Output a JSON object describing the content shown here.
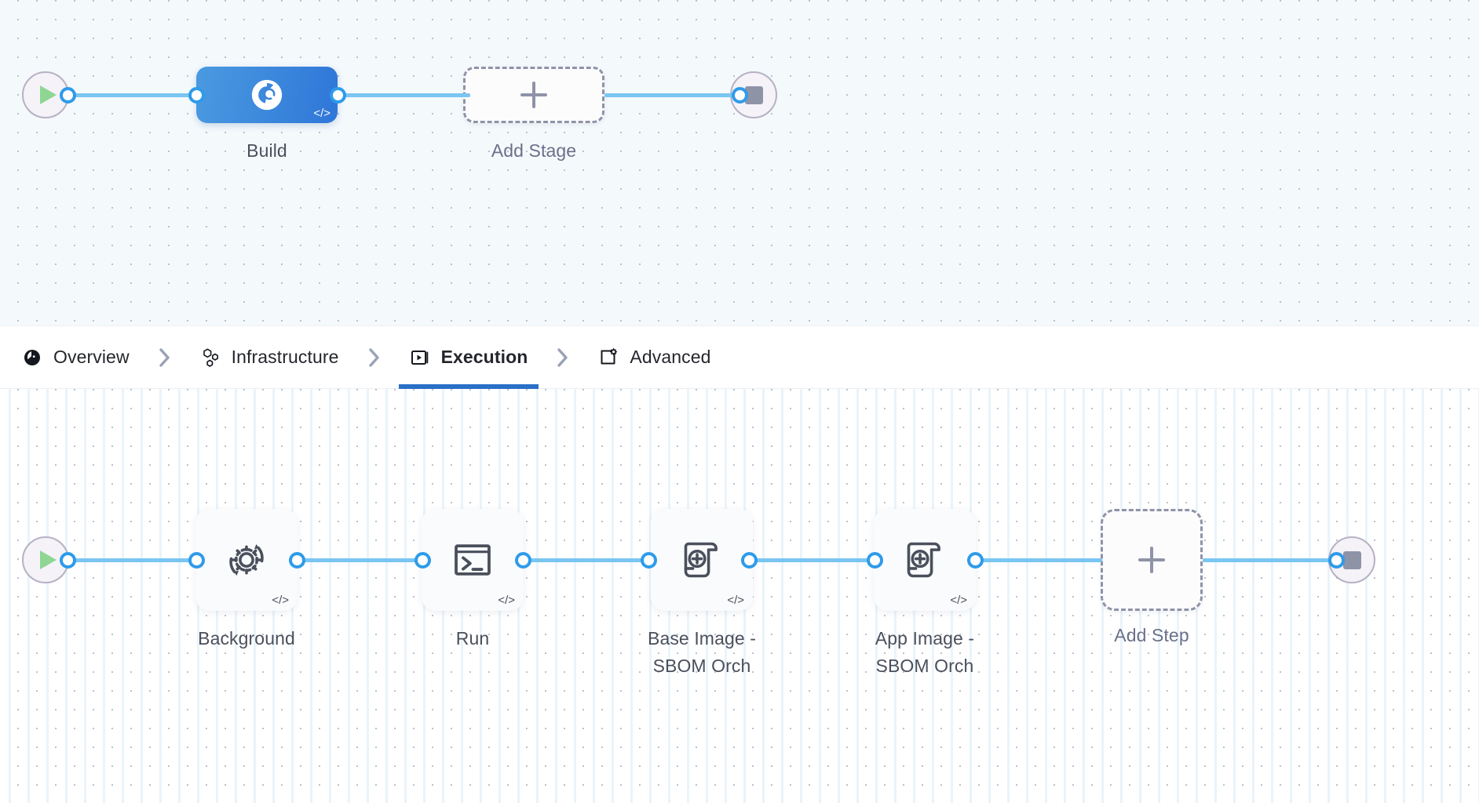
{
  "tabs": [
    {
      "label": "Overview",
      "icon": "overview-pie-icon",
      "active": false
    },
    {
      "label": "Infrastructure",
      "icon": "hexagon-cluster-icon",
      "active": false
    },
    {
      "label": "Execution",
      "icon": "execution-play-icon",
      "active": true
    },
    {
      "label": "Advanced",
      "icon": "advanced-gear-icon",
      "active": false
    }
  ],
  "tab_separator_icon": "chevron-right-icon",
  "stage_row": {
    "start_icon": "play-icon",
    "end_icon": "stop-icon",
    "stages": [
      {
        "label": "Build",
        "icon": "build-target-icon",
        "badge": "</>",
        "selected": true
      }
    ],
    "add_stage": {
      "label": "Add Stage",
      "icon": "plus-icon"
    }
  },
  "step_row": {
    "start_icon": "play-icon",
    "end_icon": "stop-icon",
    "steps": [
      {
        "label": "Background",
        "icon": "gear-refresh-icon",
        "badge": "</>"
      },
      {
        "label": "Run",
        "icon": "terminal-icon",
        "badge": "</>"
      },
      {
        "label": "Base Image -\nSBOM Orch",
        "icon": "sbom-scroll-icon",
        "badge": "</>"
      },
      {
        "label": "App Image -\nSBOM Orch",
        "icon": "sbom-scroll-icon",
        "badge": "</>"
      }
    ],
    "add_step": {
      "label": "Add Step",
      "icon": "plus-icon"
    }
  },
  "colors": {
    "accent_blue": "#2b70c8",
    "link_blue": "#79c6f2",
    "port_blue": "#2e9bea",
    "stage_gradient_from": "#4a9ae0",
    "stage_gradient_to": "#2f76d8",
    "play_green": "#8fd694",
    "stop_gray": "#8e93a8",
    "canvas_top_bg": "#f4f9fc",
    "canvas_bottom_bg": "#ffffff",
    "label_text": "#4a4f5c",
    "muted_text": "#6b7089"
  }
}
